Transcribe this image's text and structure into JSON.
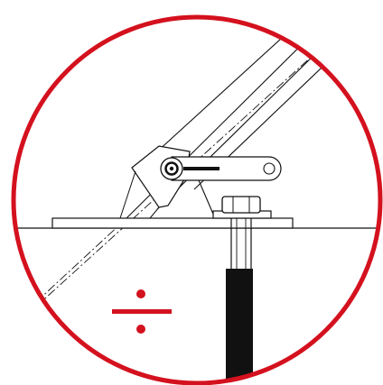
{
  "diagram": {
    "type": "technical-detail-drawing",
    "frame": "circular-callout",
    "colors": {
      "frame": "#d4111e",
      "line": "#111111",
      "fill": "#ffffff",
      "rod": "#111111",
      "symbol": "#d4111e"
    },
    "components": [
      {
        "name": "inclined-tube-member"
      },
      {
        "name": "hinge-bracket"
      },
      {
        "name": "pivot-bolt"
      },
      {
        "name": "slotted-link-plate"
      },
      {
        "name": "base-plate"
      },
      {
        "name": "hex-nut"
      },
      {
        "name": "threaded-rod"
      },
      {
        "name": "ground-line"
      }
    ],
    "symbol": {
      "name": "division-sign",
      "glyph": "÷"
    }
  }
}
